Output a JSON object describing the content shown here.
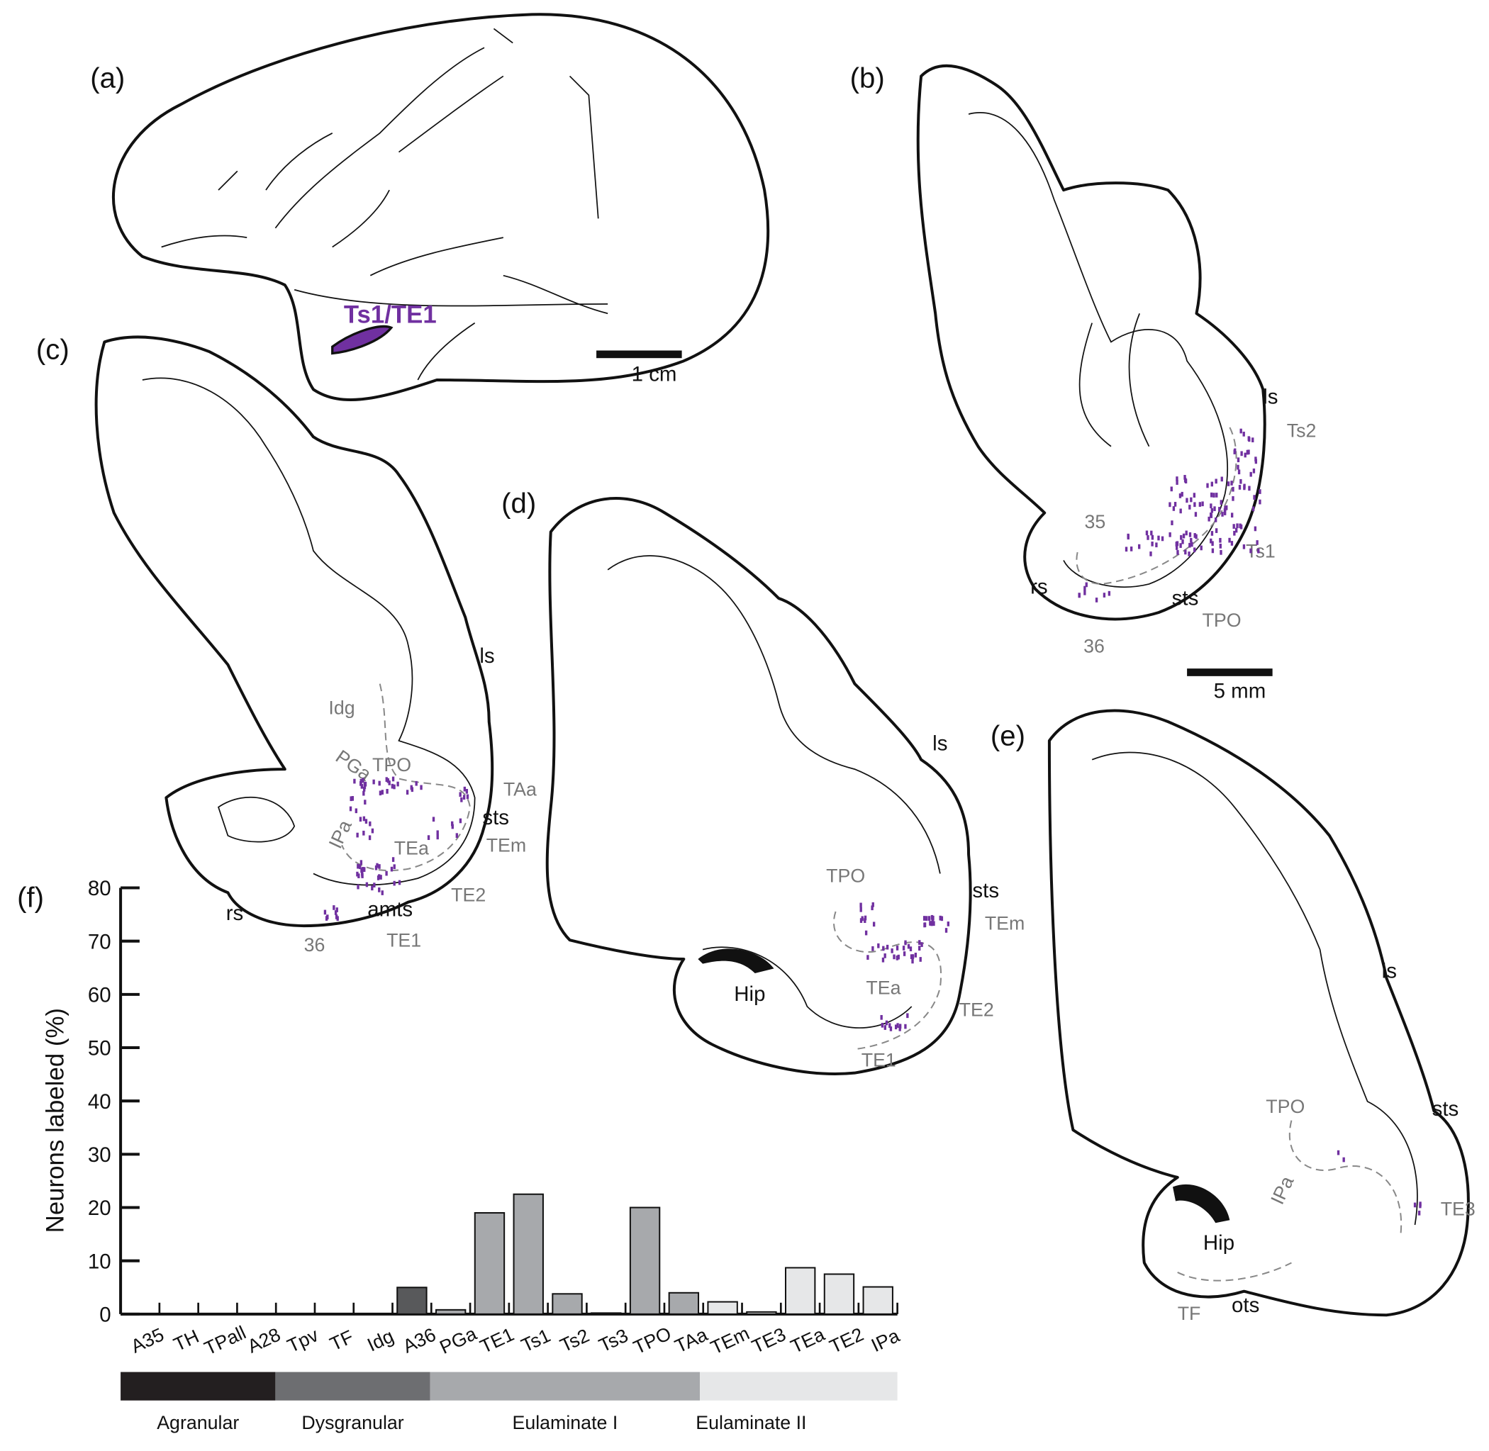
{
  "panels": {
    "a": {
      "label": "(a)",
      "region_label": "Ts1/TE1",
      "scale_bar": "1 cm"
    },
    "b": {
      "label": "(b)",
      "labels": [
        "ls",
        "Ts2",
        "35",
        "Ts1",
        "rs",
        "sts",
        "TPO",
        "36"
      ],
      "scale_bar": "5 mm"
    },
    "c": {
      "label": "(c)",
      "labels": [
        "ls",
        "Idg",
        "TPO",
        "PGa",
        "TAa",
        "sts",
        "IPa",
        "TEa",
        "TEm",
        "TE2",
        "rs",
        "amts",
        "36",
        "TE1"
      ]
    },
    "d": {
      "label": "(d)",
      "labels": [
        "ls",
        "TPO",
        "sts",
        "TEm",
        "Hip",
        "TEa",
        "TE2",
        "TE1"
      ]
    },
    "e": {
      "label": "(e)",
      "labels": [
        "ls",
        "TPO",
        "sts",
        "IPa",
        "TE3",
        "Hip",
        "TF",
        "ots"
      ]
    },
    "f": {
      "label": "(f)"
    }
  },
  "colors": {
    "label_purple": "#7030a0",
    "agranular": "#231f20",
    "dysgranular": "#6d6e71",
    "eulaminate_1": "#a7a9ac",
    "eulaminate_2": "#e6e7e8"
  },
  "chart_data": {
    "type": "bar",
    "ylabel": "Neurons labeled (%)",
    "ylim": [
      0,
      80
    ],
    "yticks": [
      "0",
      "10",
      "20",
      "30",
      "40",
      "50",
      "60",
      "70",
      "80"
    ],
    "categories": [
      "A35",
      "TH",
      "TPall",
      "A28",
      "Tpv",
      "TF",
      "Idg",
      "A36",
      "PGa",
      "TE1",
      "Ts1",
      "Ts2",
      "Ts3",
      "TPO",
      "TAa",
      "TEm",
      "TE3",
      "TEa",
      "TE2",
      "IPa"
    ],
    "values": [
      0,
      0,
      0,
      0,
      0,
      0,
      0.1,
      5,
      0.8,
      19,
      22.5,
      3.8,
      0.2,
      20,
      4,
      2.3,
      0.4,
      8.7,
      7.5,
      5.1
    ],
    "bar_type": [
      "agranular",
      "agranular",
      "agranular",
      "agranular",
      "dysgranular",
      "dysgranular",
      "dysgranular",
      "dysgranular",
      "eulaminate_1",
      "eulaminate_1",
      "eulaminate_1",
      "eulaminate_1",
      "eulaminate_1",
      "eulaminate_1",
      "eulaminate_1",
      "eulaminate_2",
      "eulaminate_2",
      "eulaminate_2",
      "eulaminate_2",
      "eulaminate_2"
    ],
    "legend": [
      {
        "name": "Agranular",
        "color": "#231f20"
      },
      {
        "name": "Dysgranular",
        "color": "#6d6e71"
      },
      {
        "name": "Eulaminate I",
        "color": "#a7a9ac"
      },
      {
        "name": "Eulaminate II",
        "color": "#e6e7e8"
      }
    ]
  }
}
